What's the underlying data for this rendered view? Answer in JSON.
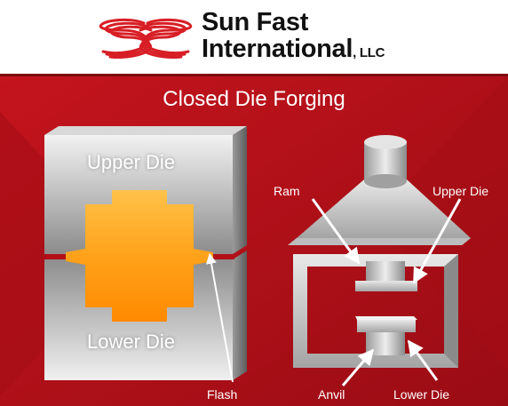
{
  "header": {
    "company_line1": "Sun Fast",
    "company_line2": "International",
    "company_suffix": ", LLC"
  },
  "title": "Closed Die Forging",
  "left_diagram": {
    "upper_die": "Upper Die",
    "lower_die": "Lower Die",
    "flash": "Flash"
  },
  "right_diagram": {
    "ram": "Ram",
    "upper_die": "Upper Die",
    "anvil": "Anvil",
    "lower_die": "Lower Die"
  },
  "colors": {
    "background": "#b30f18",
    "logo_red": "#d81e25",
    "workpiece": "#ffa21a"
  }
}
